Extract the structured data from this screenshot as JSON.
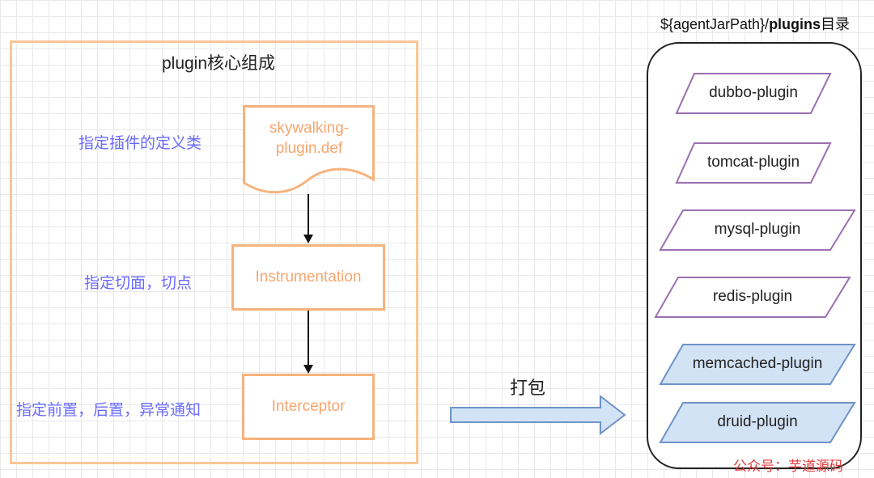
{
  "left_panel": {
    "title": "plugin核心组成",
    "nodes": [
      {
        "label": "skywalking-\nplugin.def",
        "description": "指定插件的定义类"
      },
      {
        "label": "Instrumentation",
        "description": "指定切面，切点"
      },
      {
        "label": "Interceptor",
        "description": "指定前置，后置，异常通知"
      }
    ]
  },
  "arrow": {
    "label": "打包"
  },
  "right_panel": {
    "title_prefix": "${agentJarPath}/",
    "title_bold": "plugins",
    "title_suffix": "目录",
    "plugins": [
      {
        "label": "dubbo-plugin"
      },
      {
        "label": "tomcat-plugin"
      },
      {
        "label": "mysql-plugin"
      },
      {
        "label": "redis-plugin"
      },
      {
        "label": "memcached-plugin"
      },
      {
        "label": "druid-plugin"
      }
    ]
  },
  "watermark": "公众号：芋道源码",
  "colors": {
    "orange_border": "#f8b27c",
    "orange_text": "#f6a56e",
    "description_text": "#6a6aff",
    "purple_border": "#9b6fb2",
    "blue_fill": "#d3e3f6",
    "blue_border": "#6f93c8"
  }
}
